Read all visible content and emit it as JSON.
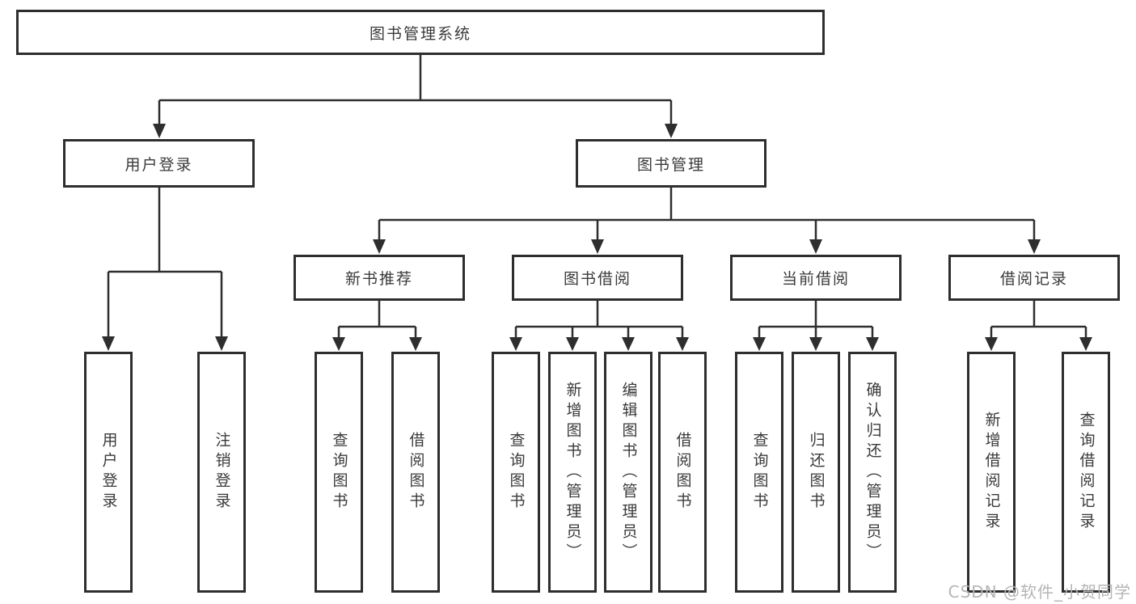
{
  "diagram": {
    "root": {
      "label": "图书管理系统"
    },
    "level2": [
      {
        "label": "用户登录"
      },
      {
        "label": "图书管理"
      }
    ],
    "level3": [
      {
        "label": "新书推荐"
      },
      {
        "label": "图书借阅"
      },
      {
        "label": "当前借阅"
      },
      {
        "label": "借阅记录"
      }
    ],
    "leaves": {
      "user_login": [
        {
          "label": "用户登录"
        },
        {
          "label": "注销登录"
        }
      ],
      "new_book_recommend": [
        {
          "label": "查询图书"
        },
        {
          "label": "借阅图书"
        }
      ],
      "book_borrow": [
        {
          "label": "查询图书"
        },
        {
          "label": "新增图书（管理员）"
        },
        {
          "label": "编辑图书（管理员）"
        },
        {
          "label": "借阅图书"
        }
      ],
      "current_borrow": [
        {
          "label": "查询图书"
        },
        {
          "label": "归还图书"
        },
        {
          "label": "确认归还（管理员）"
        }
      ],
      "borrow_record": [
        {
          "label": "新增借阅记录"
        },
        {
          "label": "查询借阅记录"
        }
      ]
    }
  },
  "watermark": {
    "text": "CSDN @软件_小贺同学"
  },
  "colors": {
    "line": "#2e2e2e",
    "box_border": "#2e2e2e",
    "text": "#3a3a3a",
    "watermark": "#b5b5b5",
    "background": "#ffffff"
  }
}
